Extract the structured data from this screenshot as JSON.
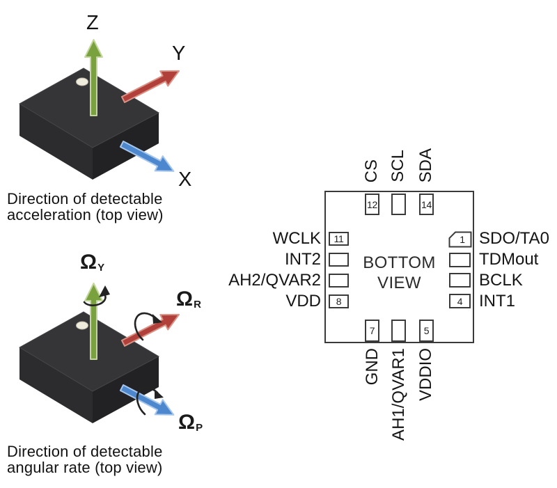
{
  "colors": {
    "axis_z": "#79a23f",
    "axis_z_edge": "#c3d69b",
    "axis_y": "#b2403a",
    "axis_y_edge": "#d99286",
    "axis_x": "#4d87cd",
    "axis_x_edge": "#a6c6ec",
    "chip_top": "#353538",
    "chip_left": "#2c2c2e",
    "chip_right": "#222225",
    "marker_dot": "#f0ecdd",
    "diagram_ink": "#3a3a3a"
  },
  "acceleration_figure": {
    "axis_up": "Z",
    "axis_right_up": "Y",
    "axis_right_down": "X",
    "caption_line1": "Direction of detectable",
    "caption_line2": "acceleration (top view)"
  },
  "angular_figure": {
    "axis_up_symbol": "Ω",
    "axis_up_sub": "Y",
    "axis_right_up_symbol": "Ω",
    "axis_right_up_sub": "R",
    "axis_right_down_symbol": "Ω",
    "axis_right_down_sub": "P",
    "caption_line1": "Direction of detectable",
    "caption_line2": "angular rate (top view)"
  },
  "pinout": {
    "center_label_line1": "BOTTOM",
    "center_label_line2": "VIEW",
    "top_pins": [
      {
        "number": "12",
        "label": "CS"
      },
      {
        "number": "",
        "label": "SCL"
      },
      {
        "number": "14",
        "label": "SDA"
      }
    ],
    "left_pins": [
      {
        "number": "11",
        "label": "WCLK"
      },
      {
        "number": "",
        "label": "INT2"
      },
      {
        "number": "",
        "label": "AH2/QVAR2"
      },
      {
        "number": "8",
        "label": "VDD"
      }
    ],
    "right_pins": [
      {
        "number": "1",
        "label": "SDO/TA0"
      },
      {
        "number": "",
        "label": "TDMout"
      },
      {
        "number": "",
        "label": "BCLK"
      },
      {
        "number": "4",
        "label": "INT1"
      }
    ],
    "bottom_pins": [
      {
        "number": "7",
        "label": "GND"
      },
      {
        "number": "",
        "label": "AH1/QVAR1"
      },
      {
        "number": "5",
        "label": "VDDIO"
      }
    ]
  }
}
